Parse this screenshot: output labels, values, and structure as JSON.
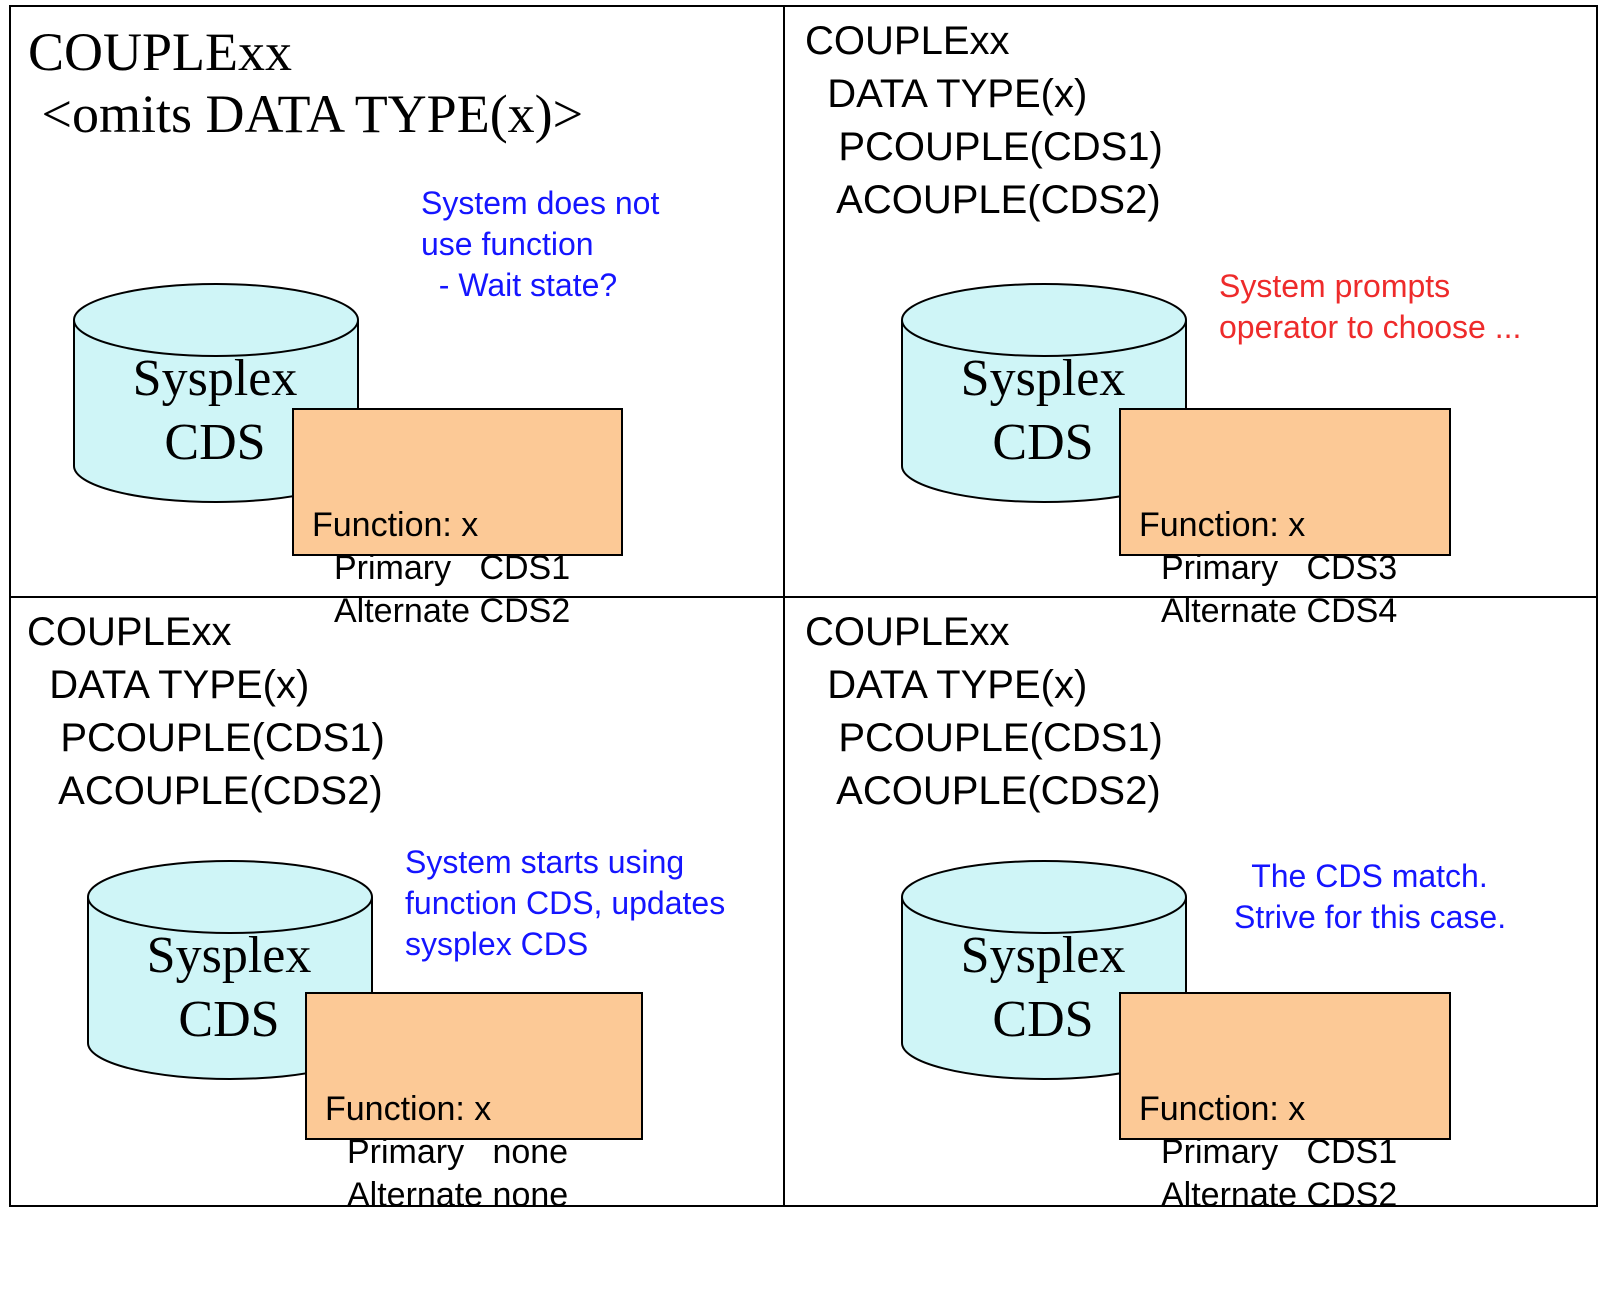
{
  "colors": {
    "cylinder_fill": "#cff5f7",
    "box_fill": "#fcc996",
    "note_blue": "#1515ff",
    "note_red": "#ee2b2b"
  },
  "quadrants": [
    {
      "code_lines": [
        "COUPLExx",
        " <omits DATA TYPE(x)>"
      ],
      "note": [
        "System does not",
        "use function",
        "  - Wait state?"
      ],
      "note_color": "blue",
      "cylinder": {
        "line1": "Sysplex",
        "line2": "CDS"
      },
      "box": {
        "function": "Function: x",
        "primary": "Primary   CDS1",
        "alternate": "Alternate CDS2"
      }
    },
    {
      "code_lines": [
        "COUPLExx",
        "  DATA TYPE(x)",
        "   PCOUPLE(CDS1)",
        "   ACOUPLE(CDS2)"
      ],
      "note": [
        "System prompts",
        "operator to choose ..."
      ],
      "note_color": "red",
      "cylinder": {
        "line1": "Sysplex",
        "line2": "CDS"
      },
      "box": {
        "function": "Function: x",
        "primary": "Primary   CDS3",
        "alternate": "Alternate CDS4"
      }
    },
    {
      "code_lines": [
        "COUPLExx",
        "  DATA TYPE(x)",
        "   PCOUPLE(CDS1)",
        "   ACOUPLE(CDS2)"
      ],
      "note": [
        "System starts using",
        "function CDS, updates",
        "sysplex CDS"
      ],
      "note_color": "blue",
      "cylinder": {
        "line1": "Sysplex",
        "line2": "CDS"
      },
      "box": {
        "function": "Function: x",
        "primary": "Primary   none",
        "alternate": "Alternate none"
      }
    },
    {
      "code_lines": [
        "COUPLExx",
        "  DATA TYPE(x)",
        "   PCOUPLE(CDS1)",
        "   ACOUPLE(CDS2)"
      ],
      "note": [
        "  The CDS match.",
        "Strive for this case."
      ],
      "note_color": "blue",
      "cylinder": {
        "line1": "Sysplex",
        "line2": "CDS"
      },
      "box": {
        "function": "Function: x",
        "primary": "Primary   CDS1",
        "alternate": "Alternate CDS2"
      }
    }
  ]
}
